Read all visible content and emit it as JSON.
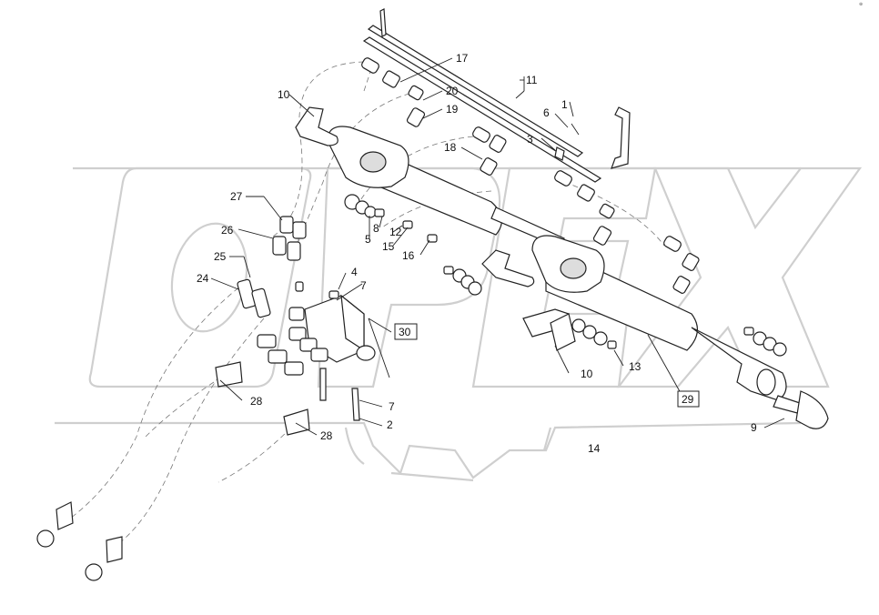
{
  "watermark": {
    "text": "OPEX",
    "color": "#cfcfcf"
  },
  "corner_mark": "⊕",
  "callouts": {
    "c1": "1",
    "c2": "2",
    "c3": "3",
    "c4": "4",
    "c5": "5",
    "c6": "6",
    "c7a": "7",
    "c7b": "7",
    "c8": "8",
    "c9": "9",
    "c10a": "10",
    "c10b": "10",
    "c11": "11",
    "c12": "12",
    "c13": "13",
    "c14": "14",
    "c15": "15",
    "c16": "16",
    "c17": "17",
    "c18": "18",
    "c19": "19",
    "c20": "20",
    "c24": "24",
    "c25": "25",
    "c26": "26",
    "c27": "27",
    "c28a": "28",
    "c28b": "28",
    "c29": "29",
    "c30": "30"
  }
}
